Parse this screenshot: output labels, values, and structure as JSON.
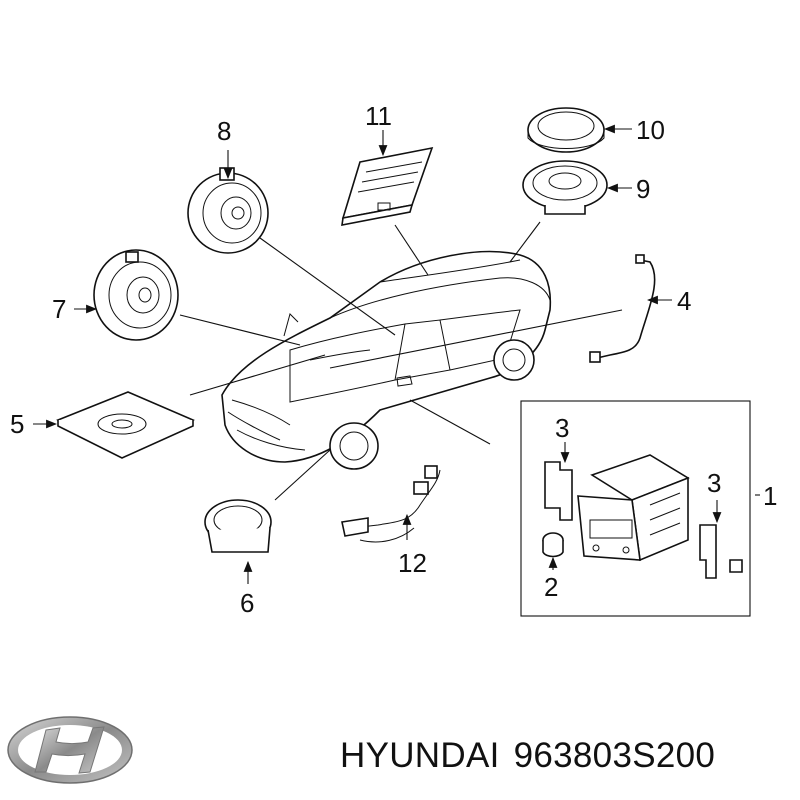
{
  "callouts": {
    "c1": "1",
    "c2": "2",
    "c3a": "3",
    "c3b": "3",
    "c4": "4",
    "c5": "5",
    "c6": "6",
    "c7": "7",
    "c8": "8",
    "c9": "9",
    "c10": "10",
    "c11": "11",
    "c12": "12"
  },
  "caption": {
    "brand": "HYUNDAI",
    "part_number": "963803S200"
  },
  "logo": {
    "icon": "hyundai-logo",
    "color": "#9a9a9a"
  }
}
